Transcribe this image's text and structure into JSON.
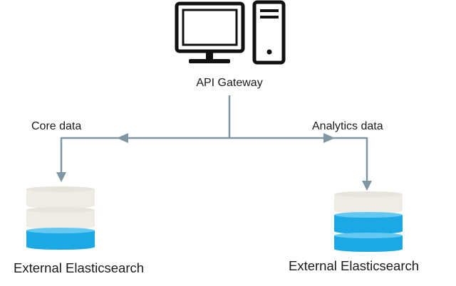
{
  "gateway": {
    "label": "API Gateway",
    "icon": "desktop-computer-icon"
  },
  "flows": {
    "left_label": "Core data",
    "right_label": "Analytics data"
  },
  "databases": {
    "left_label": "External Elasticsearch",
    "right_label": "External Elasticsearch",
    "left_icon": "database-stack-icon",
    "right_icon": "database-stack-icon"
  },
  "colors": {
    "line": "#7e97a2",
    "disk_light": "#eeece4",
    "disk_blue": "#1ba9e6",
    "icon": "#111111"
  }
}
